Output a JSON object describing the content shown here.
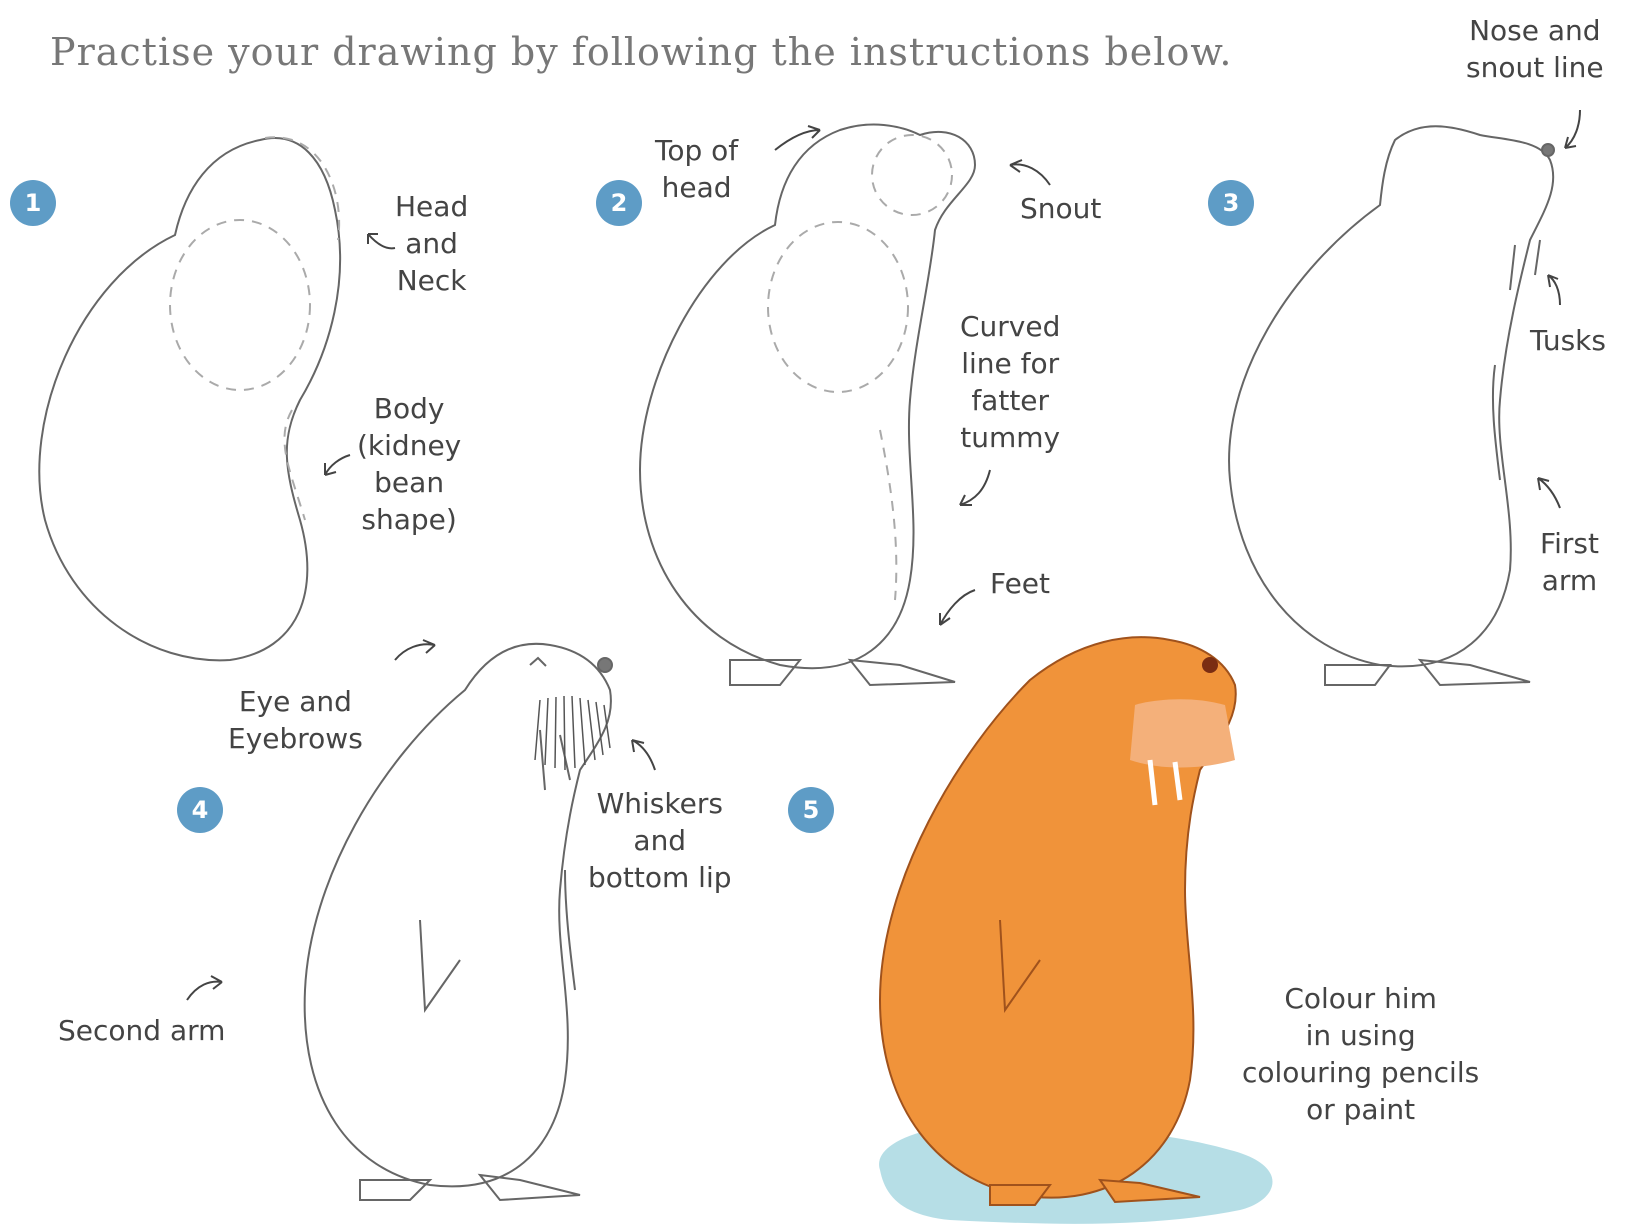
{
  "title": "Practise your drawing by following the instructions below.",
  "steps": [
    {
      "number": "1",
      "labels": [
        {
          "lines": [
            "Head",
            "and",
            "Neck"
          ]
        },
        {
          "lines": [
            "Body",
            "(kidney",
            "bean",
            "shape)"
          ]
        }
      ]
    },
    {
      "number": "2",
      "labels": [
        {
          "lines": [
            "Top of",
            "head"
          ]
        },
        {
          "lines": [
            "Snout"
          ]
        },
        {
          "lines": [
            "Curved",
            "line for",
            "fatter",
            "tummy"
          ]
        },
        {
          "lines": [
            "Feet"
          ]
        }
      ]
    },
    {
      "number": "3",
      "labels": [
        {
          "lines": [
            "Nose and",
            "snout line"
          ]
        },
        {
          "lines": [
            "Tusks"
          ]
        },
        {
          "lines": [
            "First",
            "arm"
          ]
        }
      ]
    },
    {
      "number": "4",
      "labels": [
        {
          "lines": [
            "Eye and",
            "Eyebrows"
          ]
        },
        {
          "lines": [
            "Whiskers",
            "and",
            "bottom lip"
          ]
        },
        {
          "lines": [
            "Second arm"
          ]
        }
      ]
    },
    {
      "number": "5",
      "labels": [
        {
          "lines": [
            "Colour him",
            "in using",
            "colouring pencils",
            "or paint"
          ]
        }
      ]
    }
  ],
  "colors": {
    "badge": "#5e9cc6",
    "walrus": "#f0933a",
    "puddle": "#a9d8e2",
    "pencil": "#666666"
  }
}
